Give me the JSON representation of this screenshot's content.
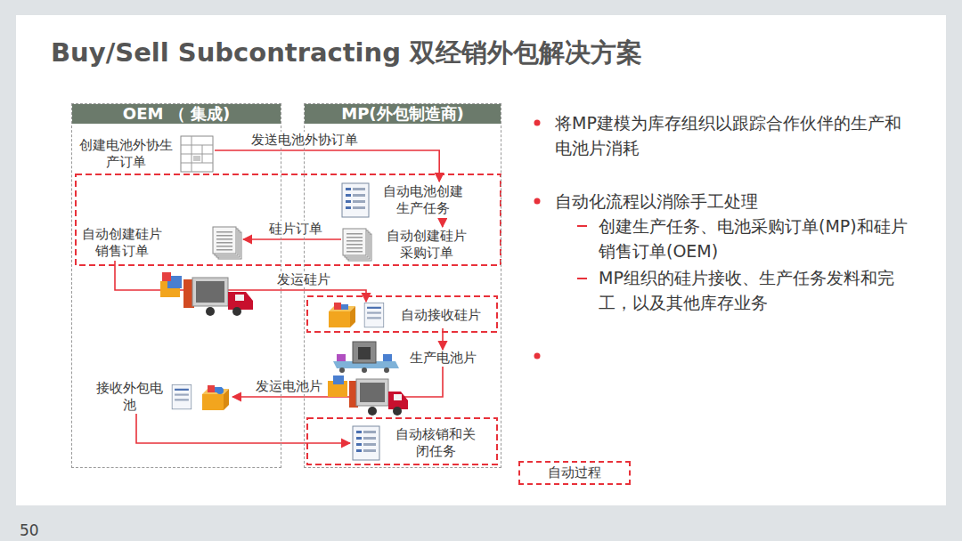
{
  "diagram": {
    "title": "Buy/Sell Subcontracting 双经销外包解决方案",
    "nodes": [
      {
        "text": [
          "OEM （ 集成)"
        ]
      },
      {
        "text": [
          "MP(外包制造商)"
        ]
      },
      {
        "text": [
          "创建电池外协生产订单"
        ],
        "in": 0
      },
      {
        "text": [
          "自动电池创建生产任务"
        ],
        "in": 1
      },
      {
        "text": [
          "自动创建硅片销售订单"
        ],
        "in": 0
      },
      {
        "text": [
          "自动创建硅片采购订单"
        ],
        "in": 1
      },
      {
        "text": [
          "自动接收硅片"
        ],
        "in": 1
      },
      {
        "text": [
          "生产电池片"
        ],
        "in": 1
      },
      {
        "text": [
          "接收外包电池"
        ],
        "in": 0
      },
      {
        "text": [
          "自动核销和关闭任务"
        ],
        "in": 1
      }
    ],
    "edges": [
      {
        "from": 2,
        "to": 3,
        "label": "发送电池外协订单",
        "arrow": "to"
      },
      {
        "from": 3,
        "to": 5,
        "arrow": "to"
      },
      {
        "from": 5,
        "to": 4,
        "label": "硅片订单",
        "arrow": "to"
      },
      {
        "from": 4,
        "to": 6,
        "label": "发运硅片",
        "arrow": "to"
      },
      {
        "from": 6,
        "to": 7,
        "arrow": "to"
      },
      {
        "from": 7,
        "to": 8,
        "label": "发运电池片",
        "arrow": "to"
      },
      {
        "from": 8,
        "to": 9,
        "arrow": "to"
      }
    ],
    "labels": [
      "将MP建模为库存组织以跟踪合作伙伴的生产和电池片消耗",
      "自动化流程以消除手工处理",
      "创建生产任务、电池采购订单(MP)和硅片销售订单(OEM)",
      "MP组织的硅片接收、生产任务发料和完工，以及其他库存业务",
      "50"
    ],
    "legend": [
      {
        "text": "自动过程"
      }
    ]
  }
}
